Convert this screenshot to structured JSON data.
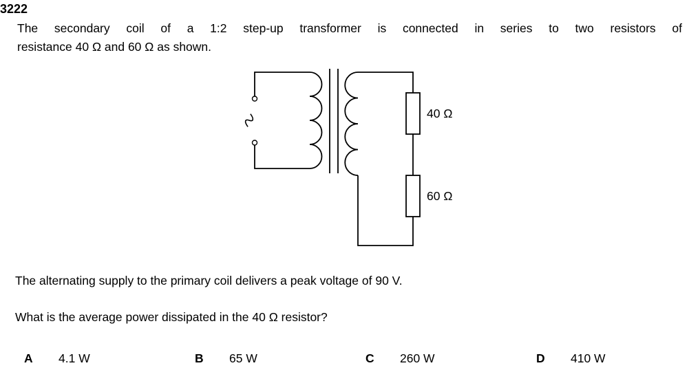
{
  "question": {
    "number": "3222",
    "intro_line1": "The secondary coil of a 1:2 step-up transformer is connected in series to two resistors of",
    "intro_line2": "resistance 40 Ω and 60 Ω as shown.",
    "supply_text": "The alternating supply to the primary coil delivers a peak voltage of 90 V.",
    "prompt": "What is the average power dissipated in the 40 Ω resistor?"
  },
  "diagram": {
    "resistor1_label": "40 Ω",
    "resistor2_label": "60 Ω"
  },
  "options": [
    {
      "letter": "A",
      "text": "4.1 W"
    },
    {
      "letter": "B",
      "text": "65 W"
    },
    {
      "letter": "C",
      "text": "260 W"
    },
    {
      "letter": "D",
      "text": "410 W"
    }
  ]
}
